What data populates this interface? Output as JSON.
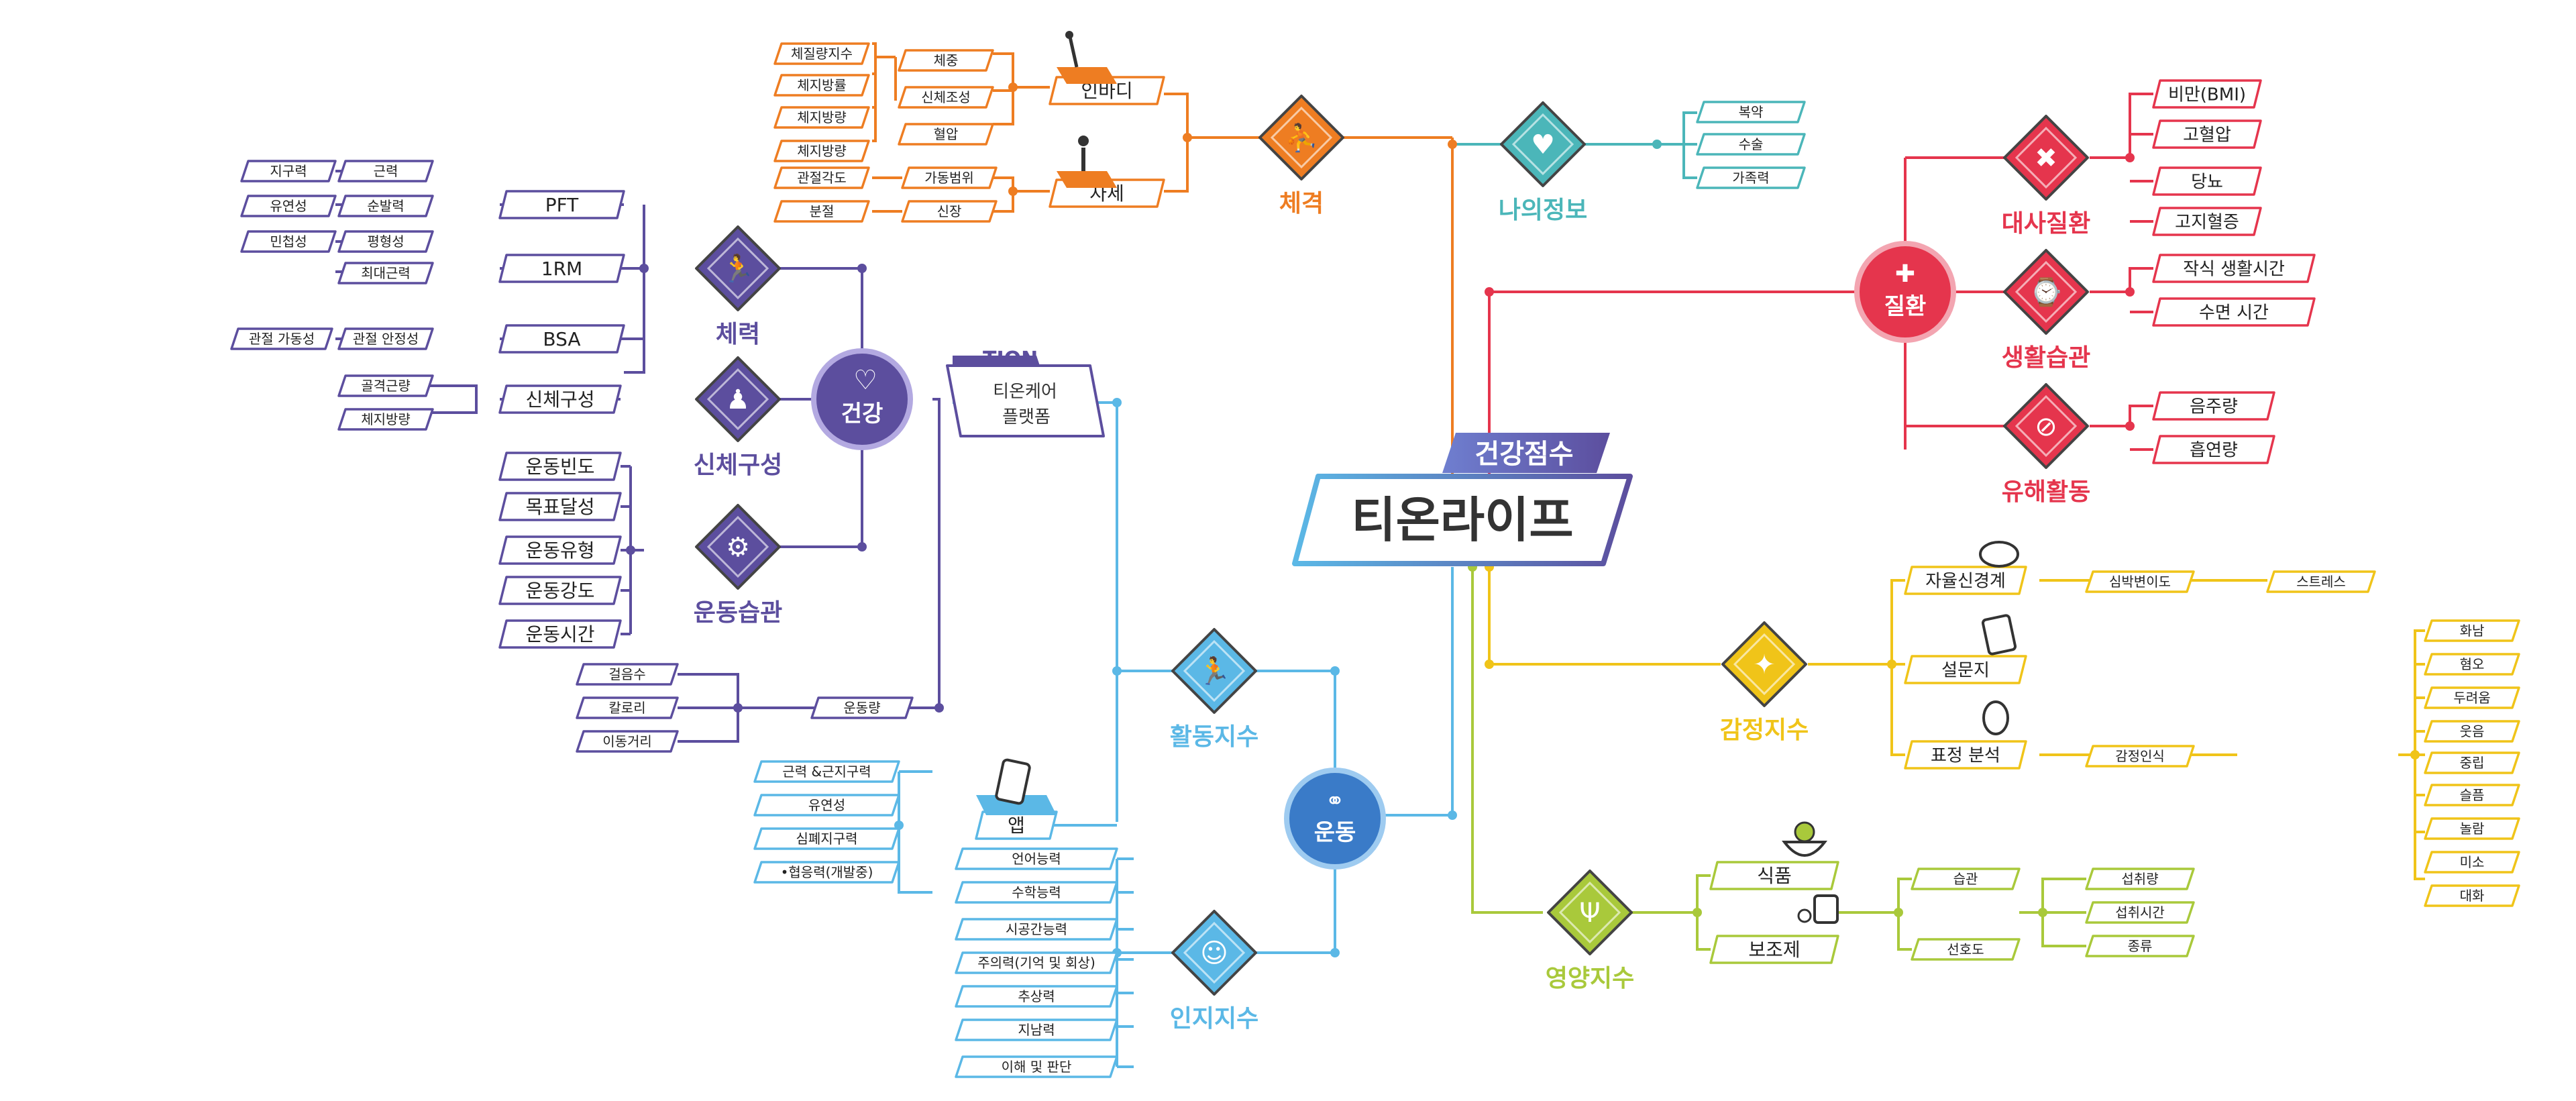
{
  "center": {
    "badge": "건강점수",
    "title": "티온라이프"
  },
  "platform": {
    "logo": "TION",
    "label1": "티온케어",
    "label2": "플랫폼"
  },
  "hubs": {
    "health": "건강",
    "exercise": "운동",
    "disease": "질환"
  },
  "categories": {
    "body": "체격",
    "myinfo": "나의정보",
    "fitness": "체력",
    "bodycomp": "신체구성",
    "exhabit": "운동습관",
    "activity": "활동지수",
    "cognitive": "인지지수",
    "emotion": "감정지수",
    "nutrition": "영양지수",
    "metabolic": "대사질환",
    "lifestyle": "생활습관",
    "harmful": "유해활동"
  },
  "nodes": {
    "body_fat_index": "체질량지수",
    "body_fat_pct": "체지방률",
    "body_fat_mass": "체지방량",
    "body_fat_mass2": "체지방량",
    "weight": "체중",
    "body_comp": "신체조성",
    "blood_pressure": "혈압",
    "inbody": "인바디",
    "joint_angle": "관절각도",
    "segment": "분절",
    "rom": "가동범위",
    "height": "신장",
    "posture": "자세",
    "medication": "복약",
    "surgery": "수술",
    "family_history": "가족력",
    "endurance": "지구력",
    "strength": "근력",
    "flexibility": "유연성",
    "instant_power": "순발력",
    "agility": "민첩성",
    "balance": "평형성",
    "max_strength": "최대근력",
    "joint_mobility": "관절 가동성",
    "joint_stability": "관절 안정성",
    "pft": "PFT",
    "rm": "1RM",
    "bsa": "BSA",
    "skeletal_muscle": "골격근량",
    "body_fat_mass3": "체지방량",
    "body_composition": "신체구성",
    "ex_frequency": "운동빈도",
    "goal_achieve": "목표달성",
    "ex_type": "운동유형",
    "ex_intensity": "운동강도",
    "ex_time": "운동시간",
    "steps": "걸음수",
    "calories": "칼로리",
    "distance": "이동거리",
    "ex_amount": "운동량",
    "app_strength": "근력 &근지구력",
    "app_flex": "유연성",
    "app_cardio": "심폐지구력",
    "app_coord": "•협응력(개발중)",
    "app": "앱",
    "language": "언어능력",
    "math": "수학능력",
    "spatial": "시공간능력",
    "attention": "주의력(기억 및 회상)",
    "abstract": "추상력",
    "orientation": "지남력",
    "judgment": "이해 및 판단",
    "obesity": "비만(BMI)",
    "hypertension": "고혈압",
    "diabetes": "당뇨",
    "hyperlipidemia": "고지혈증",
    "sleep_wake": "작식 생활시간",
    "sleep_time": "수면 시간",
    "drinking": "음주량",
    "smoking": "흡연량",
    "autonomic": "자율신경계",
    "hrv": "심박변이도",
    "stress": "스트레스",
    "survey": "설문지",
    "facial": "표정 분석",
    "emotion_recog": "감정인식",
    "anger": "화남",
    "disgust": "혐오",
    "fear": "두려움",
    "laugh": "웃음",
    "neutral": "중립",
    "sad": "슬픔",
    "surprise": "놀람",
    "smile": "미소",
    "talk": "대화",
    "food": "식품",
    "supplement": "보조제",
    "habit": "습관",
    "preference": "선호도",
    "intake_amount": "섭취량",
    "intake_time": "섭취시간",
    "kind": "종류"
  },
  "colors": {
    "orange": "#ee7d22",
    "teal": "#4bb6b9",
    "purple": "#5c4e9e",
    "sky": "#5bb8e6",
    "red": "#e5354d",
    "yellow": "#f0c419",
    "lime": "#a9c93b",
    "blue": "#3a7bc8"
  }
}
